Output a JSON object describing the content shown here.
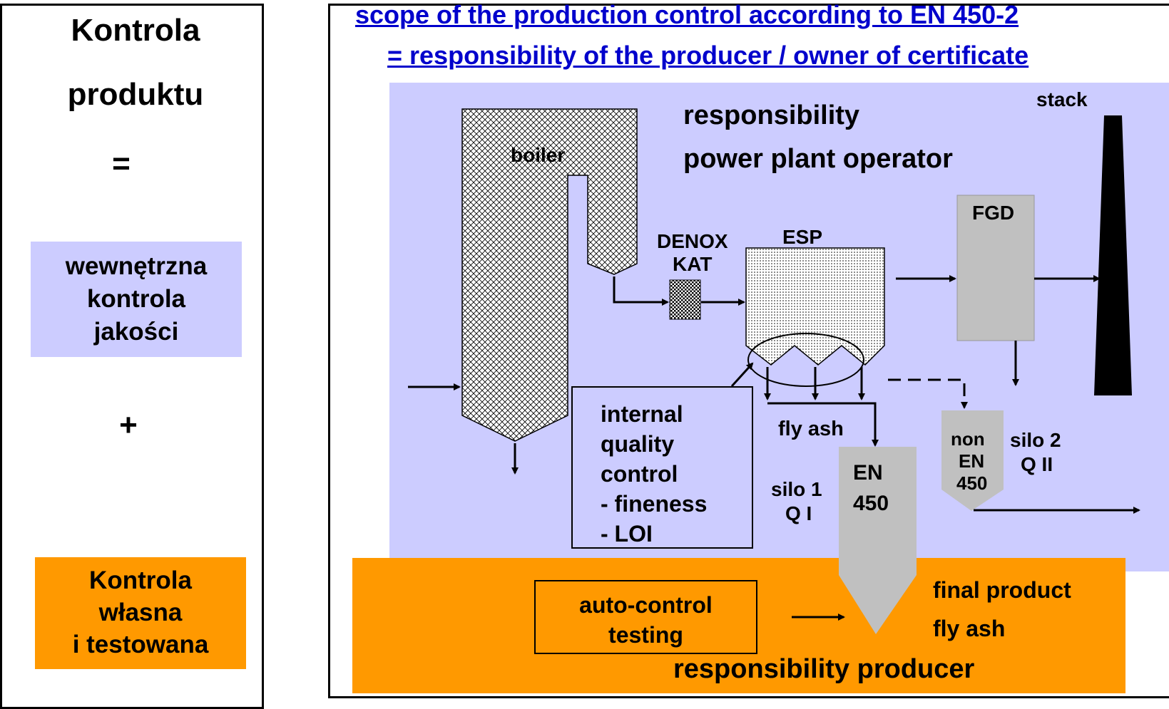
{
  "left_panel": {
    "heading_line1": "Kontrola",
    "heading_line2": "produktu",
    "equals": "=",
    "internal_box": {
      "line1": "wewnętrzna",
      "line2": "kontrola",
      "line3": "jakości",
      "color": "#ccccff"
    },
    "plus": "+",
    "own_box": {
      "line1": "Kontrola",
      "line2": "własna",
      "line3": "i testowana",
      "color": "#ff9900"
    }
  },
  "right_panel": {
    "title_line1": "scope of the production control according to EN 450-2",
    "title_line2": "= responsibility of the producer / owner of certificate",
    "title_color": "#0000cc",
    "responsibility_line1": "responsibility",
    "responsibility_line2": "power plant operator",
    "stack": "stack",
    "boiler": "boiler",
    "fgd": "FGD",
    "denox_line1": "DENOX",
    "denox_line2": "KAT",
    "esp": "ESP",
    "internal_control": {
      "line1": "internal",
      "line2": "quality",
      "line3": "control",
      "line4": "- fineness",
      "line5": "- LOI"
    },
    "fly_ash": "fly ash",
    "silo1_line1": "silo 1",
    "silo1_line2": "Q I",
    "en450_line1": "EN",
    "en450_line2": "450",
    "non_en_line1": "non",
    "non_en_line2": "EN",
    "non_en_line3": "450",
    "silo2_line1": "silo 2",
    "silo2_line2": "Q II",
    "auto_control_line1": "auto-control",
    "auto_control_line2": "testing",
    "final_product_line1": "final product",
    "final_product_line2": "fly ash",
    "responsibility_producer": "responsibility producer",
    "operator_area_color": "#ccccff",
    "producer_area_color": "#ff9900",
    "silo_color": "#c0c0c0"
  }
}
